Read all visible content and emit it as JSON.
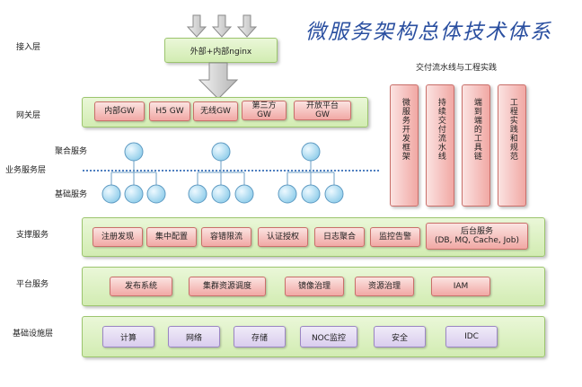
{
  "title": "微服务架构总体技术体系",
  "layers": {
    "access": "接入层",
    "gateway": "网关层",
    "business": "业务服务层",
    "support": "支撑服务",
    "platform": "平台服务",
    "infra": "基础设施层"
  },
  "sublayers": {
    "aggregate": "聚合服务",
    "basic": "基础服务"
  },
  "entry": {
    "label": "外部+内部nginx"
  },
  "gateways": [
    "内部GW",
    "H5 GW",
    "无线GW",
    "第三方GW",
    "开放平台GW"
  ],
  "delivery": {
    "header": "交付流水线与工程实践",
    "columns": [
      "微服务开发框架",
      "持续交付流水线",
      "端到端的工具链",
      "工程实践和规范"
    ]
  },
  "support": [
    "注册发现",
    "集中配置",
    "容错限流",
    "认证授权",
    "日志聚合",
    "监控告警",
    "后台服务",
    "(DB, MQ, Cache, Job)"
  ],
  "platform": [
    "发布系统",
    "集群资源调度",
    "镜像治理",
    "资源治理",
    "IAM"
  ],
  "infra": [
    "计算",
    "网络",
    "存储",
    "NOC监控",
    "安全",
    "IDC"
  ],
  "colors": {
    "green": "#d2ecb2",
    "red": "#f1a8a4",
    "purple": "#d9cdee",
    "blue": "#9fd3ec",
    "title": "#2a4fa0"
  }
}
